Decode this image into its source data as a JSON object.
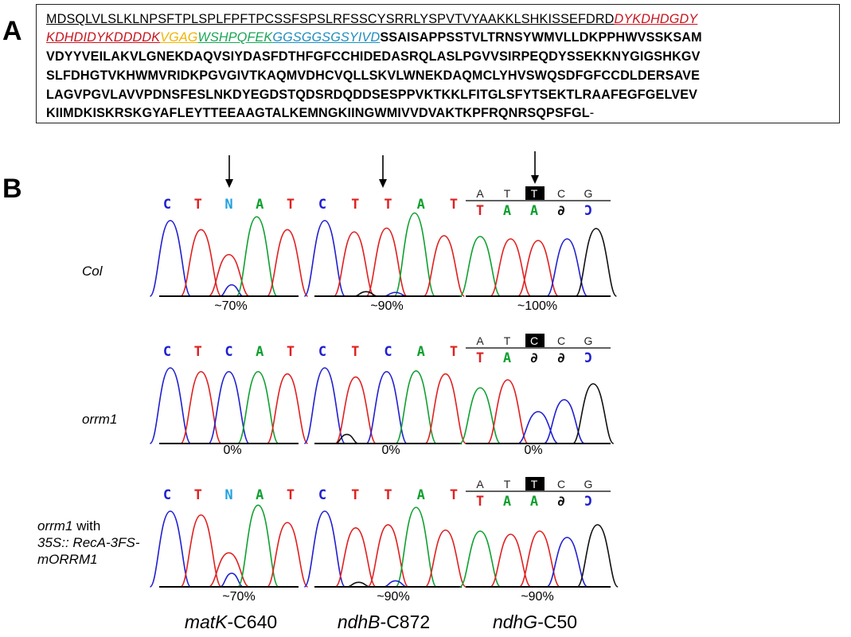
{
  "panel_a": {
    "letter": "A",
    "line1_segments": [
      {
        "text": "MDSQLVLSLKLNPSFTPLSPLFPFTPCSSFSPSLRFSSCYSRRLYSPVTVYAAKKLSHKISSEFDRD",
        "style": "u"
      },
      {
        "text": "DYKDHDGDY",
        "style": "u it red"
      }
    ],
    "line2_segments": [
      {
        "text": "KDHDIDYKDDDDK",
        "style": "u it red"
      },
      {
        "text": "VGAG",
        "style": "u it gold"
      },
      {
        "text": "WSHPQFEK",
        "style": "u it green"
      },
      {
        "text": "GGSGGSGSYIVD",
        "style": "u it blue"
      },
      {
        "text": "SSAISAPPSSTVLTRNSYWMVLLDKPPHWVSSKSAM",
        "style": "b"
      }
    ],
    "line3": "VDYYVEILAKVLGNEKDAQVSIYDASFDTHFGFCCHIDEDASRQLASLPGVVSIRPEQDYSSEKKNYGIGSHKGV",
    "line4": "SLFDHGTVKHWMVRIDKPGVGIVTKAQMVDHCVQLLSKVLWNEKDAQMCLYHVSWQSDFGFCCDLDERSAVE",
    "line5": "LAGVPGVLAVVPDNSFESLNKDYEGDSTQDSRDQDDSESPPVKTKKLFITGLSFYTSEKTLRAAFEGFGELVEV",
    "line6_main": "KIIMDKISKRSKGYAFLEYTTEEAAGTALKEMNGKIINGWMIVVDVAKTKPFRQNRSQPSFGL",
    "line6_tail": "-"
  },
  "panel_b": {
    "letter": "B",
    "row_labels": {
      "col": "Col",
      "orrm1": "orrm1",
      "complement_l1_italic": "orrm1",
      "complement_l1_rest": " with",
      "complement_l2": "35S:: RecA-3FS-",
      "complement_l3": "mORRM1"
    },
    "columns": [
      {
        "site_gene": "matK",
        "site_pos": "-C640",
        "bases": [
          [
            "C",
            "T",
            "N",
            "A",
            "T"
          ],
          [
            "C",
            "T",
            "C",
            "A",
            "T"
          ],
          [
            "C",
            "T",
            "N",
            "A",
            "T"
          ]
        ],
        "percents": [
          "~70%",
          "0%",
          "~70%"
        ]
      },
      {
        "site_gene": "ndhB",
        "site_pos": "-C872",
        "bases": [
          [
            "C",
            "T",
            "T",
            "A",
            "T"
          ],
          [
            "C",
            "T",
            "C",
            "A",
            "T"
          ],
          [
            "C",
            "T",
            "T",
            "A",
            "T"
          ]
        ],
        "percents": [
          "~90%",
          "0%",
          "~90%"
        ]
      },
      {
        "site_gene": "ndhG",
        "site_pos": "-C50",
        "ref_bases": [
          [
            "A",
            "T",
            "T",
            "C",
            "G"
          ],
          [
            "A",
            "T",
            "C",
            "C",
            "G"
          ],
          [
            "A",
            "T",
            "T",
            "C",
            "G"
          ]
        ],
        "bases": [
          [
            "T",
            "A",
            "A",
            "∂",
            "Ɔ"
          ],
          [
            "T",
            "A",
            "∂",
            "∂",
            "Ɔ"
          ],
          [
            "T",
            "A",
            "A",
            "∂",
            "Ɔ"
          ]
        ],
        "percents": [
          "~100%",
          "0%",
          "~90%"
        ]
      }
    ],
    "colors": {
      "C": "#2020d0",
      "T": "#e02020",
      "A": "#10a030",
      "G": "#111111",
      "N": "#20a0e0"
    }
  }
}
